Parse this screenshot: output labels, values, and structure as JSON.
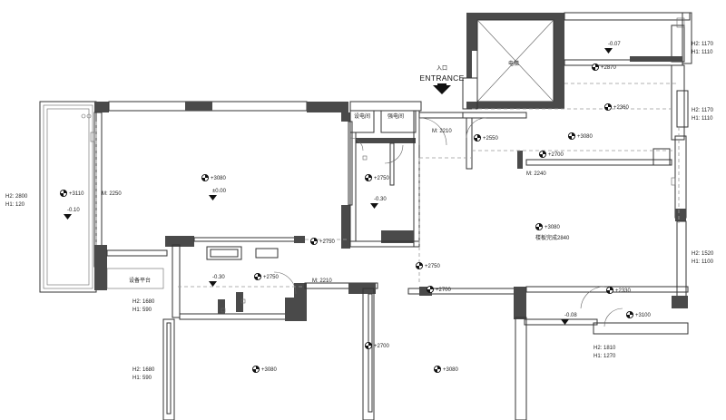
{
  "entrance": {
    "cn": "入口",
    "en": "ENTRANCE"
  },
  "rooms": {
    "elevator": "电梯",
    "utility_left": "设电间",
    "utility_right": "强电间",
    "balcony_platform": "设备平台",
    "lobby_note": "楼板完成2840"
  },
  "elevation_markers": [
    {
      "id": "e1",
      "label": "+3110"
    },
    {
      "id": "e2",
      "label": "+3080"
    },
    {
      "id": "e3",
      "label": "+2750"
    },
    {
      "id": "e4",
      "label": "+2750"
    },
    {
      "id": "e5",
      "label": "+2750"
    },
    {
      "id": "e6",
      "label": "+2750"
    },
    {
      "id": "e7",
      "label": "+2870"
    },
    {
      "id": "e8",
      "label": "+2360"
    },
    {
      "id": "e9",
      "label": "+2550"
    },
    {
      "id": "e10",
      "label": "+3080"
    },
    {
      "id": "e11",
      "label": "+2700"
    },
    {
      "id": "e12",
      "label": "+3080"
    },
    {
      "id": "e13",
      "label": "+2700"
    },
    {
      "id": "e14",
      "label": "+2330"
    },
    {
      "id": "e15",
      "label": "+3100"
    },
    {
      "id": "e16",
      "label": "+2700"
    },
    {
      "id": "e17",
      "label": "+3080"
    },
    {
      "id": "e18",
      "label": "+3080"
    }
  ],
  "level_markers": [
    {
      "id": "l1",
      "label": "-0.10"
    },
    {
      "id": "l2",
      "label": "±0.00"
    },
    {
      "id": "l3",
      "label": "-0.30"
    },
    {
      "id": "l4",
      "label": "-0.30"
    },
    {
      "id": "l5",
      "label": "-0.07"
    },
    {
      "id": "l6",
      "label": "-0.08"
    }
  ],
  "dimensions": [
    {
      "id": "m1",
      "label": "M: 2250"
    },
    {
      "id": "m2",
      "label": "M: 2210"
    },
    {
      "id": "m3",
      "label": "M: 2240"
    },
    {
      "id": "m4",
      "label": "M: 2210"
    }
  ],
  "window_heights": [
    {
      "id": "w1",
      "h2": "H2: 2800",
      "h1": "H1: 120"
    },
    {
      "id": "w2",
      "h2": "H2: 1680",
      "h1": "H1: 590"
    },
    {
      "id": "w3",
      "h2": "H2: 1680",
      "h1": "H1: 590"
    },
    {
      "id": "w4",
      "h2": "H2: 1170",
      "h1": "H1: 1110"
    },
    {
      "id": "w5",
      "h2": "H2: 1170",
      "h1": "H1: 1110"
    },
    {
      "id": "w6",
      "h2": "H2: 1520",
      "h1": "H1: 1100"
    },
    {
      "id": "w7",
      "h2": "H2: 1810",
      "h1": "H1: 1270"
    }
  ]
}
